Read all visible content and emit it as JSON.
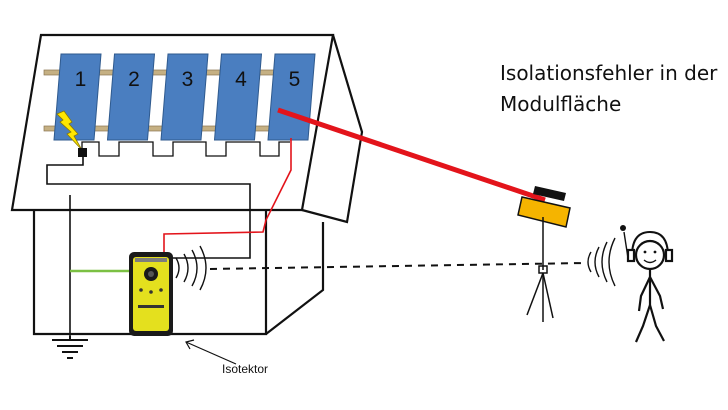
{
  "title_line1": "Isolationsfehler in der",
  "title_line2": "Modulfläche",
  "device_label": "Isotektor",
  "panels": [
    "1",
    "2",
    "3",
    "4",
    "5"
  ],
  "colors": {
    "panel": "#4a7ec0",
    "panel_border": "#2f5a8e",
    "laser": "#e3141b",
    "device": "#e4e01e",
    "sensor": "#f5b400",
    "ground_wire": "#7bc043",
    "fault": "#ffe600"
  },
  "icons": {
    "fault": "lightning-bolt-icon",
    "device": "isotektor-meter-icon",
    "sensor": "laser-sensor-icon",
    "ground": "ground-symbol-icon",
    "person": "stick-figure-with-headphones-icon"
  }
}
